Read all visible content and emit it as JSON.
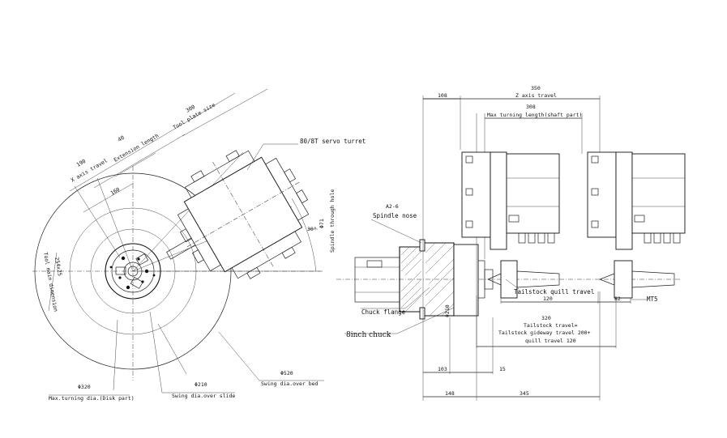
{
  "turret_view": {
    "servo_turret": "80/8T servo turret",
    "tool_plate_dim": "300",
    "tool_plate_label": "Tool plate size",
    "extension_dim": "40",
    "extension_label": "Extension length",
    "x_axis_dim": "190",
    "x_axis_label": "X axis travel",
    "dim_160": "160",
    "tool_main_dim": "254x25",
    "tool_main_label": "Tool main dimension",
    "angle": "30°",
    "max_turning_dia": "Φ320",
    "max_turning_label": "Max.turning dia.(Disk part)",
    "swing_slide_dia": "Φ210",
    "swing_slide_label": "Swing dia.over slide",
    "swing_bed_dia": "Φ520",
    "swing_bed_label": "Swing dia.over bed"
  },
  "side_view": {
    "spindle_through_hole": "Φ71",
    "spindle_through_label": "Spindle through hole",
    "spindle_nose_code": "A2-6",
    "spindle_nose_label": "Spindle nose",
    "chuck_flange": "Chuck flange",
    "chuck_label": "8inch chuck",
    "chuck_dia": "Φ210",
    "dim_108": "108",
    "z_axis_dim": "350",
    "z_axis_label": "Z axis travel",
    "max_turning_len_dim": "308",
    "max_turning_len_label": "Max turning length(shaft part)",
    "quill_label": "Tailstock quill travel",
    "quill_dim": "120",
    "dim_82": "82",
    "mt_label": "MT5",
    "tailstock_dim": "320",
    "tailstock_line1": "Tailstock travel=",
    "tailstock_line2": "Tailstock gideway travel 200+",
    "tailstock_line3": "quill travel 120",
    "dim_103": "103",
    "dim_15": "15",
    "dim_148": "148",
    "dim_345": "345"
  }
}
